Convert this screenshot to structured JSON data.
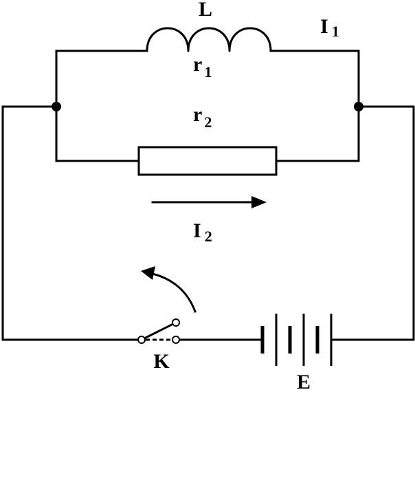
{
  "diagram": {
    "labels": {
      "inductor": "L",
      "r1_main": "r",
      "r1_sub": "1",
      "r2_main": "r",
      "r2_sub": "2",
      "current1_main": "I",
      "current1_sub": "1",
      "current2_main": "I",
      "current2_sub": "2",
      "switch": "K",
      "battery": "E"
    },
    "colors": {
      "stroke": "#000000",
      "background": "#ffffff"
    }
  }
}
